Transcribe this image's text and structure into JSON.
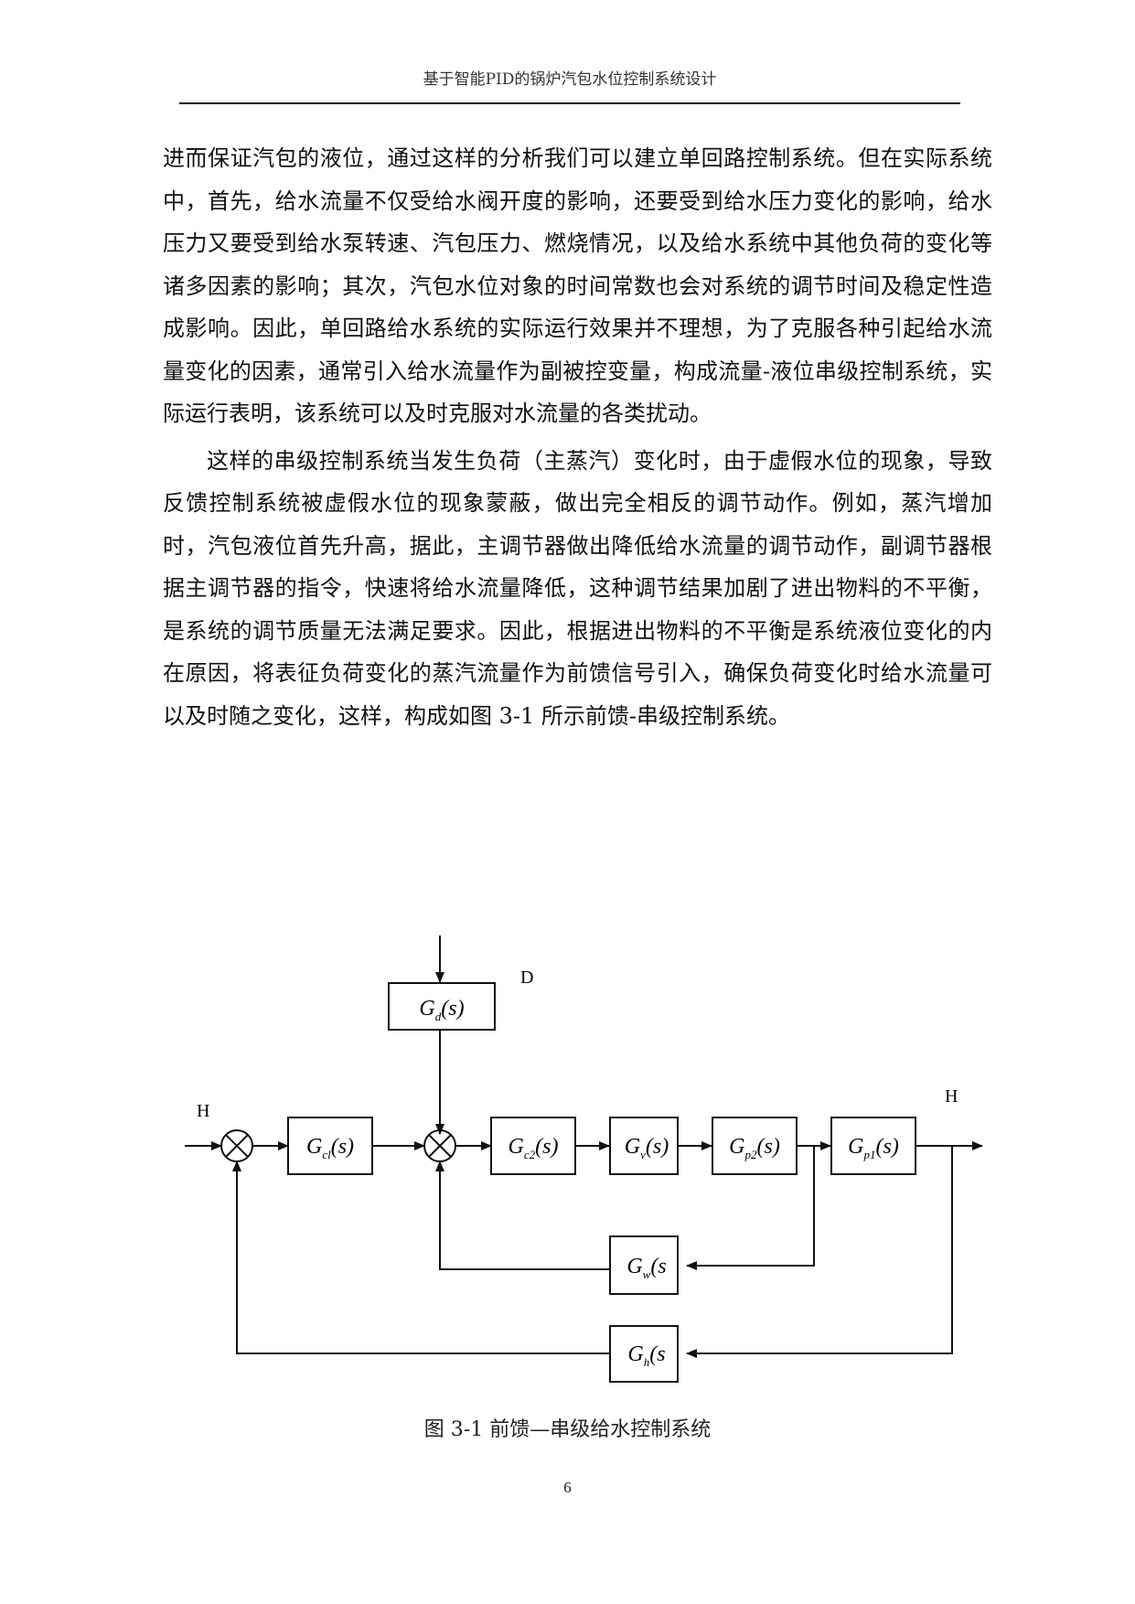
{
  "header": {
    "title": "基于智能PID的锅炉汽包水位控制系统设计"
  },
  "body": {
    "paragraph1": "进而保证汽包的液位，通过这样的分析我们可以建立单回路控制系统。但在实际系统中，首先，给水流量不仅受给水阀开度的影响，还要受到给水压力变化的影响，给水压力又要受到给水泵转速、汽包压力、燃烧情况，以及给水系统中其他负荷的变化等诸多因素的影响；其次，汽包水位对象的时间常数也会对系统的调节时间及稳定性造成影响。因此，单回路给水系统的实际运行效果并不理想，为了克服各种引起给水流量变化的因素，通常引入给水流量作为副被控变量，构成流量-液位串级控制系统，实际运行表明，该系统可以及时克服对水流量的各类扰动。",
    "paragraph2": "这样的串级控制系统当发生负荷（主蒸汽）变化时，由于虚假水位的现象，导致反馈控制系统被虚假水位的现象蒙蔽，做出完全相反的调节动作。例如，蒸汽增加时，汽包液位首先升高，据此，主调节器做出降低给水流量的调节动作，副调节器根据主调节器的指令，快速将给水流量降低，这种调节结果加剧了进出物料的不平衡，是系统的调节质量无法满足要求。因此，根据进出物料的不平衡是系统液位变化的内在原因，将表征负荷变化的蒸汽流量作为前馈信号引入，确保负荷变化时给水流量可以及时随之变化，这样，构成如图 3-1 所示前馈-串级控制系统。"
  },
  "figure": {
    "signals": {
      "disturbance": "D",
      "input": "H",
      "output": "H"
    },
    "blocks": {
      "gd": {
        "g": "G",
        "sub": "d",
        "arg": "(s)"
      },
      "gc1": {
        "g": "G",
        "sub": "cl",
        "arg": "(s)"
      },
      "gc2": {
        "g": "G",
        "sub": "c2",
        "arg": "(s)"
      },
      "gv": {
        "g": "G",
        "sub": "v",
        "arg": "(s)"
      },
      "gp2": {
        "g": "G",
        "sub": "p2",
        "arg": "(s)"
      },
      "gp1": {
        "g": "G",
        "sub": "p1",
        "arg": "(s)"
      },
      "gw": {
        "g": "G",
        "sub": "w",
        "arg": "(s"
      },
      "gh": {
        "g": "G",
        "sub": "h",
        "arg": "(s"
      }
    },
    "caption": "图 3-1  前馈—串级给水控制系统"
  },
  "footer": {
    "page_number": "6"
  }
}
